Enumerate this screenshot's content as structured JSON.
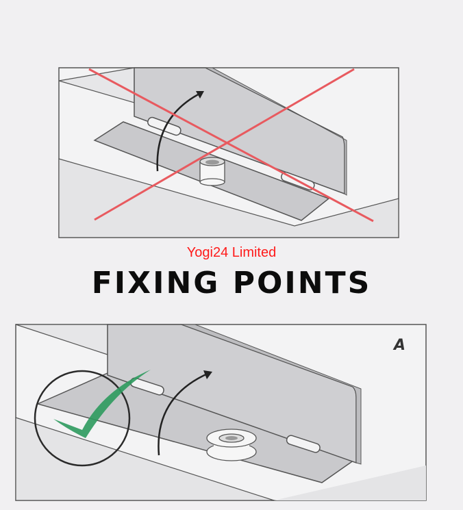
{
  "watermark": "Yogi24 Limited",
  "title": "FIXING POINTS",
  "panels": [
    {
      "name": "incorrect",
      "mark": "red-cross-icon",
      "mark_color": "#e85a5f"
    },
    {
      "name": "correct",
      "label": "A",
      "mark": "green-check-icon",
      "mark_color": "#2e9a5e"
    }
  ]
}
